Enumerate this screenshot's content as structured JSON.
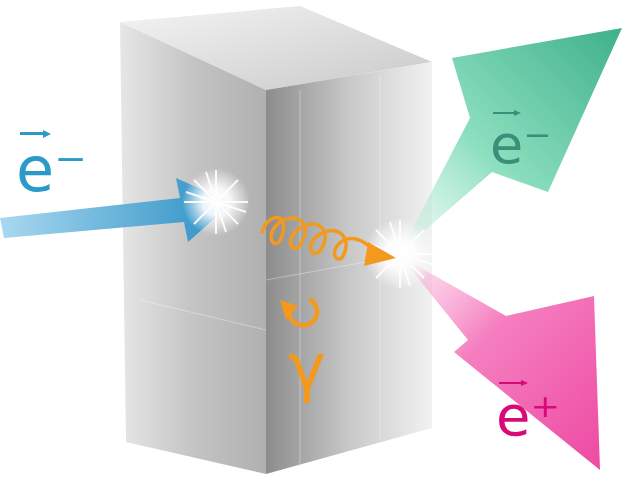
{
  "diagram": {
    "labels": [
      "e⁻",
      "e⁻",
      "γ",
      "e⁺"
    ]
  }
}
